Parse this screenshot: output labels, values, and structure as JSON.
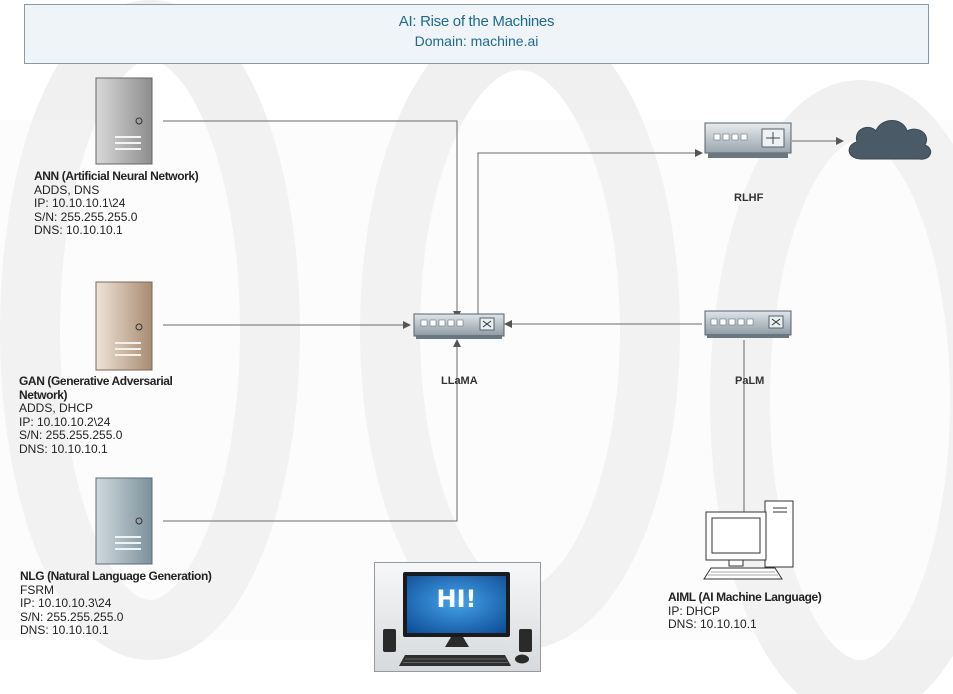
{
  "header": {
    "title": "AI: Rise of the Machines",
    "domain": "Domain: machine.ai"
  },
  "servers": [
    {
      "name": "ANN (Artificial Neural Network)",
      "roles": "ADDS, DNS",
      "ip": "IP: 10.10.10.1\\24",
      "subnet": "S/N: 255.255.255.0",
      "dns": "DNS: 10.10.10.1",
      "color": "#a9a9a9"
    },
    {
      "name_line1": "GAN (Generative Adversarial",
      "name_line2": "Network)",
      "roles": "ADDS, DHCP",
      "ip": "IP: 10.10.10.2\\24",
      "subnet": "S/N: 255.255.255.0",
      "dns": "DNS: 10.10.10.1",
      "color": "#c8b09a"
    },
    {
      "name": "NLG (Natural Language Generation)",
      "roles": "FSRM",
      "ip": "IP: 10.10.10.3\\24",
      "subnet": "S/N: 255.255.255.0",
      "dns": "DNS: 10.10.10.1",
      "color": "#9fb0ba"
    }
  ],
  "switches": {
    "llama": "LLaMA",
    "palm": "PaLM",
    "rlhf": "RLHF"
  },
  "workstation": {
    "name": "AIML (AI Machine Language)",
    "ip": "IP: DHCP",
    "dns": "DNS: 10.10.10.1"
  },
  "monitor_text": "HI!",
  "icons": {
    "server": "server-tower-icon",
    "switch": "network-switch-icon",
    "router": "router-icon",
    "cloud": "cloud-icon",
    "pc": "desktop-computer-icon"
  }
}
